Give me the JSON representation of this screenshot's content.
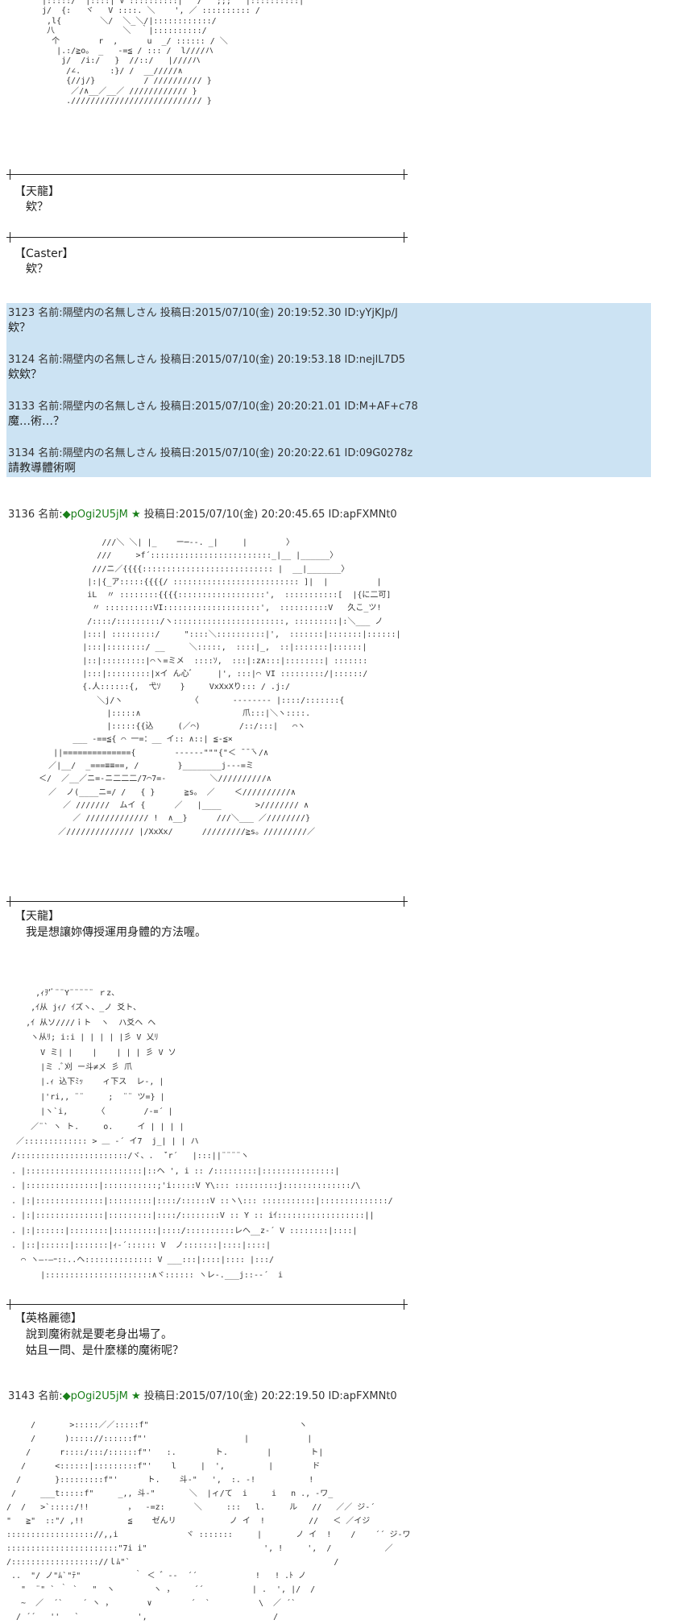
{
  "art": {
    "a1": "  |:::::/  |::::| V ::::::::::|   /   ;;;   |::::::::::|\n  j/  {:   ヾ   V ::::. ＼    ', ／ :::::::::: /\n   ,l{        ＼/  ＼_＼/|::::::::::::/\n   八              ＼  ｀|::::::::::/\n    个        r  ,      u  _/ :::::: / ＼\n     |.:/≧o。 _   -=≦ / ::: /  l////ハ\n      j/  /i:/   }  //::/   |////ハ\n       /∠.      :}/ /  __/////∧\n       {//j/}          / ////////// }\n        ／/∧__／__／ //////////// }\n       ./////////////////////////// }",
    "a2": "                ///＼ ＼| |_    ー─‐‐. _|     |        〉\n               ///     >f´:::::::::::::::::::::::::_|__ |______〉\n              ///ニ／{{{{::::::::::::::::::::::::::: |  __|_______〉\n             |:|{_ア:::::{{{{/ :::::::::::::::::::::::::: ]|  |          |\n             iL  〃 ::::::::{{{{::::::::::::::::::',  :::::::::::[  |{に二可]\n              〃 ::::::::::VI::::::::::::::::::::',  ::::::::::V   久こ_ツ!\n             /::::/:::::::::/ヽ:::::::::::::::::::::::, :::::::::|:＼___ ノ\n            |:::| :::::::::/     \"::::＼::::::::::|',  :::::::|:::::::|::::::|\n            |:::|::::::::/ __     ＼:::::,  ::::|_,  ::|:::::::|::::::|\n            |::|:::::::::|⌒ヽ=ミメ  ::::ｿ,  :::|:z∧:::|::::::::| :::::::\n            |:::|:::::::::|xイ ん心ﾞ     |', :::|⌒ VI :::::::::/|::::::/\n            {.人::::::{,  弋ｿ    }     VxXxXり::: / .j:/\n               ＼j/ヽ              〈       ‐‐‐‐‐‐‐‐ |::::/:::::::{\n                 |:::::∧                     爪:::|＼ヽ::::.\n                 |:::::{{込     (／⌒)        /::/:::|   ⌒ヽ\n          ___ -==≦{ ⌒ 一=：__ イ:: ∧::| ≦-≦×\n      ||=============={        ‐‐‐‐‐‐\"\"\"{\"＜ ̄ ̄ ̄ヽ/∧\n     ／|__/  _===≡≡==, /        }________j‐‐‐=ミ\n   ＜/  ／__／ニ=-ニ二二二/7⌒7=‐         ＼//////////∧\n     ／  ノ(____ニ=/ /   { }      ≧s。 ／    ＜//////////∧\n        ／ ///////  ムイ {      ／   |____       >//////// ∧\n          ／ ///////////// !  ∧__}      ///＼___ ／////////}\n       ／////////////// |/XxXx/      /////////≧s。/////////／",
    "a3": "      ,ｨｦ'ﾞ¨¨Y¨¨¨¨¨ ｒz、\n     ,ｲ从 jｨ/ ｲズヽ、_ノ 爻ト、\n    ,ｲ 从ソ////ｉト  ヽ  ハ爻ヘ ヘ\n     ヽ从ﾘ; i:i | | | | |彡 V 乂ﾘ\n       V ミ| |    |    | | | 彡 V ソ\n       |ミ .ﾞ刈 ー斗≠メ 彡 爪\n       |.ｨ 込下ﾐｯ    ィ下ス  レ-, |\n       |'ri,, ¨¨     ;  ¨¨ ツ=} |\n       |ヽ`i,      〈        /‐=´ |\n     ／¨` ヽ ト.     o.     イ | | | |\n  ／::::::::::::: > ＿ ‐´ イ7  j_| | | ハ\n /:::::::::::::::::::::::/ヾ、.  ̄´r´   |:::||¨¨¨¨ヽ\n . |::::::::::::::::::::::::|::ヘ ', i :: /:::::::::|:::::::::::::::|\n . |:::::::::::::::|:::::::::::;'i:::::V Y\\::: :::::::::j::::::::::::::/\\\n . |:|::::::::::::::|:::::::::|::::/::::::V ::ヽ\\::: :::::::::::|::::::::::::::/\n . |:|::::::::::::::|:::::::::|::::/::::::::V :: Y :: iｲ::::::::::::::::::||\n . |:|::::::|::::::::|:::::::::|::::/::::::::::レヘ__z‐´ V ::::::::|::::|\n . |::|::::::|:::::::|ｨ‐´:::::: V  ノ:::::::|::::|::::|\n   ⌒ ヽ―‐―ｰ::..ヘ:::::::::::::: V ___:::|::::|:::: |:::/\n       |::::::::::::::::::::::∧ヾ:::::: ヽレ-.___j::‐-´  i",
    "a4": "     /       >:::::／／:::::f\"                               ヽ\n     /      )::::://::::::f\"'                    |            |\n    /      r::::/:::/::::::f\"'   :.        ト.        |        ト|\n   /      <::::::|:::::::::f\"'    l     |  ',         |        ド\n  /       }:::::::::f\"'      ト.    斗‐\"   ',  :. ‐!           !\n /     ___t:::::f\"     _,, 斗‐\"       ＼  |ィ/て  i     i   n ., ‐ワ_\n/  /   >`:::::/!!        ，  -=z:      ＼     :::   l.     ル   //   ／／ ジ-´\n\"   ≧\"  ::\"/ ,!!         ≦    ゼんリ           ノ イ  !         //   ＜ ／イジ\n:::::::::::::::::://,,i              ヾ :::::::     |       ノ イ  !    /    ´´ ジ-ワ\n:::::::::::::::::::::::\"7i i\"                        ', !     ',  /           ／\n/:::::::::::::::::://ｌﾑ\"`                                          /\n ..  \"/ ノ\"ﾑ`\"ﾃ\"           ｀ ＜ ゛‐‐  ´´            !   ! .ﾄ ノ\n   \"  ¨\" ` ｀ `   \"  ヽ        ヽ ，    ´´          | .  ', |/  /\n   ~  ／  ´`    ´ ヽ ，       ∨        ´  `          \\  ／ ´`\n  / ´´   ''   `            ',                          /"
  },
  "dialogue": {
    "d1_name": "【天龍】",
    "d1_line": "　欸？",
    "d2_name": "【Caster】",
    "d2_line": "　欸？",
    "d3_name": "【天龍】",
    "d3_line": "　我是想讓妳傳授運用身體的方法喔。",
    "d4_name": "【英格麗德】",
    "d4_line1": "　說到魔術就是要老身出場了。",
    "d4_line2": "　姑且一問、是什麼樣的魔術呢？"
  },
  "posts": [
    {
      "head": "3123 名前:隔壁内の名無しさん 投稿日:2015/07/10(金) 20:19:52.30 ID:yYjKJp/J",
      "body": "欸？"
    },
    {
      "head": "3124 名前:隔壁内の名無しさん 投稿日:2015/07/10(金) 20:19:53.18 ID:nejlL7D5",
      "body": "欸欸？"
    },
    {
      "head": "3133 名前:隔壁内の名無しさん 投稿日:2015/07/10(金) 20:20:21.01 ID:M+AF+c78",
      "body": "魔…術…？"
    },
    {
      "head": "3134 名前:隔壁内の名無しさん 投稿日:2015/07/10(金) 20:20:22.61 ID:09G0278z",
      "body": "請教導體術啊"
    }
  ],
  "op_posts": [
    {
      "num": "3136 名前:",
      "trip": "◆pOgi2U5jM ★",
      "rest": " 投稿日:2015/07/10(金) 20:20:45.65 ID:apFXMNt0"
    },
    {
      "num": "3143 名前:",
      "trip": "◆pOgi2U5jM ★",
      "rest": " 投稿日:2015/07/10(金) 20:22:19.50 ID:apFXMNt0"
    }
  ],
  "colors": {
    "highlight": "#cce3f3",
    "trip": "#1a7f1a"
  }
}
